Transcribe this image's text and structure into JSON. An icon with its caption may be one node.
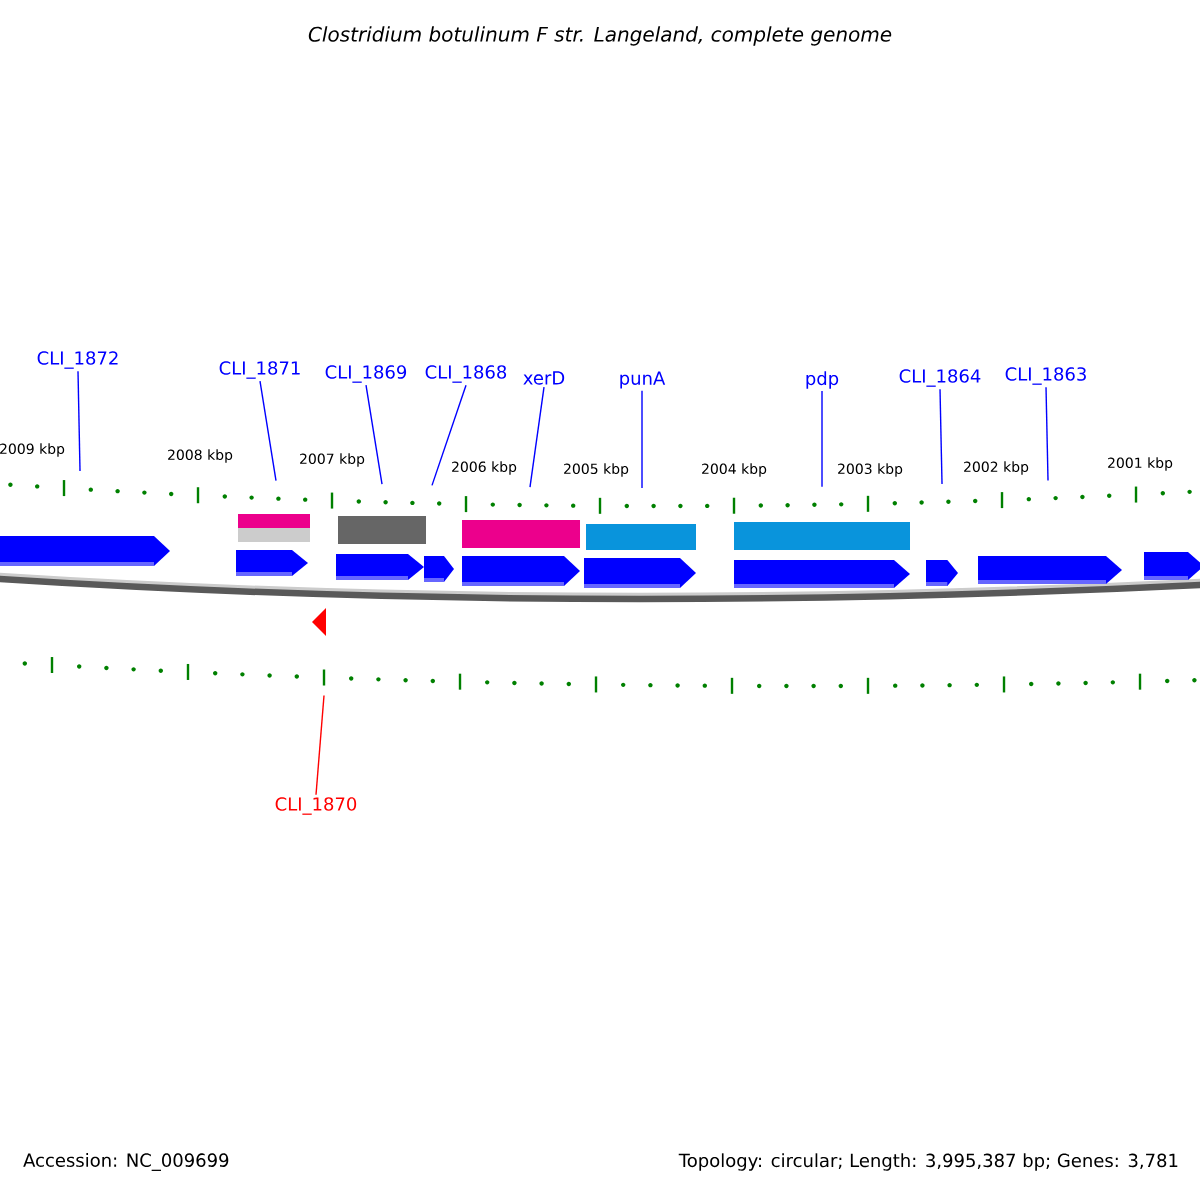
{
  "diagram": {
    "title": "*Clostridium botulinum F str. Langeland, complete genome*",
    "nodes": [
      {
        "text": [
          "CLI_1872"
        ]
      },
      {
        "text": [
          "CLI_1871"
        ]
      },
      {
        "text": [
          "CLI_1869"
        ]
      },
      {
        "text": [
          "CLI_1868"
        ]
      },
      {
        "text": [
          "xerD"
        ]
      },
      {
        "text": [
          "punA"
        ]
      },
      {
        "text": [
          "pdp"
        ]
      },
      {
        "text": [
          "CLI_1864"
        ]
      },
      {
        "text": [
          "CLI_1863"
        ]
      },
      {
        "text": [
          "CLI_1870"
        ]
      }
    ],
    "edges": [
      {
        "from": 0,
        "to": null,
        "arrow": "none"
      },
      {
        "from": 1,
        "to": null,
        "arrow": "none"
      },
      {
        "from": 2,
        "to": null,
        "arrow": "none"
      },
      {
        "from": 3,
        "to": null,
        "arrow": "none"
      },
      {
        "from": 4,
        "to": null,
        "arrow": "none"
      },
      {
        "from": 5,
        "to": null,
        "arrow": "none"
      },
      {
        "from": 6,
        "to": null,
        "arrow": "none"
      },
      {
        "from": 7,
        "to": null,
        "arrow": "none"
      },
      {
        "from": 8,
        "to": null,
        "arrow": "none"
      },
      {
        "from": 9,
        "to": null,
        "arrow": "none",
        "color": "#ff0000"
      }
    ],
    "labels": [
      "2009 kbp",
      "2008 kbp",
      "2007 kbp",
      "2006 kbp",
      "2005 kbp",
      "2004 kbp",
      "2003 kbp",
      "2002 kbp",
      "2001 kbp",
      "Accession: NC_009699",
      "Topology: circular; Length: 3,995,387 bp; Genes: 3,781"
    ]
  }
}
